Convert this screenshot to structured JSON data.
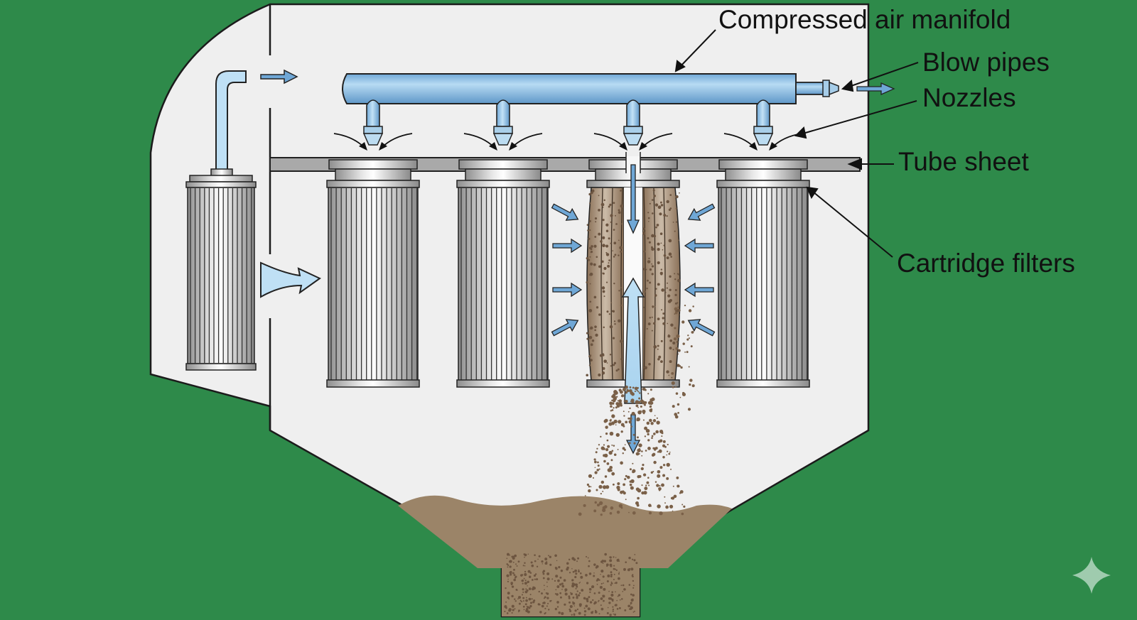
{
  "diagram": {
    "title": "Cartridge dust collector with pulse-jet cleaning",
    "background_color": "#2e8a4a",
    "housing_color": "#efefef",
    "air_color": "#8fc3e6",
    "dust_color": "#8b7158",
    "labels": {
      "manifold": "Compressed air manifold",
      "blow_pipes": "Blow pipes",
      "nozzles": "Nozzles",
      "tube_sheet": "Tube sheet",
      "cartridge_filters": "Cartridge filters"
    },
    "components": {
      "filter_count": 4,
      "cleaning_filter_index": 3,
      "spare_filter": "removed cartridge",
      "icons": [
        "sparkle-icon"
      ]
    }
  }
}
